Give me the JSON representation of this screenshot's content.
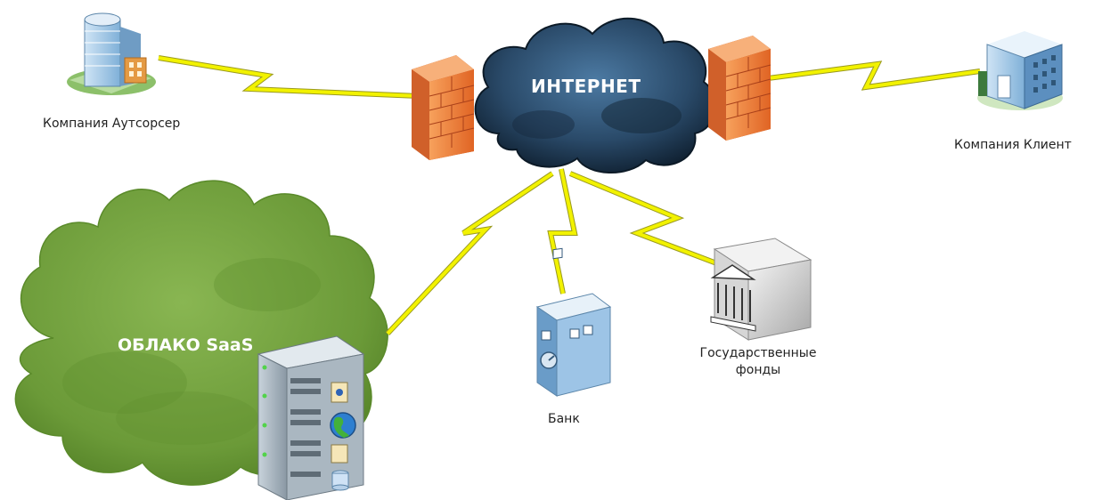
{
  "nodes": {
    "internet": {
      "label": "ИНТЕРНЕТ"
    },
    "outsourcer": {
      "label": "Компания Аутсорсер"
    },
    "client": {
      "label": "Компания Клиент"
    },
    "saas_cloud": {
      "label": "ОБЛАКО SaaS"
    },
    "bank": {
      "label": "Банк"
    },
    "gov_funds": {
      "label_line1": "Государственные",
      "label_line2": "фонды"
    }
  },
  "colors": {
    "link": "#f2f200",
    "link_stroke": "#9a9a20",
    "firewall": "#f07c3a",
    "internet_cloud": "#27445f",
    "saas_cloud": "#6d9e3a"
  }
}
